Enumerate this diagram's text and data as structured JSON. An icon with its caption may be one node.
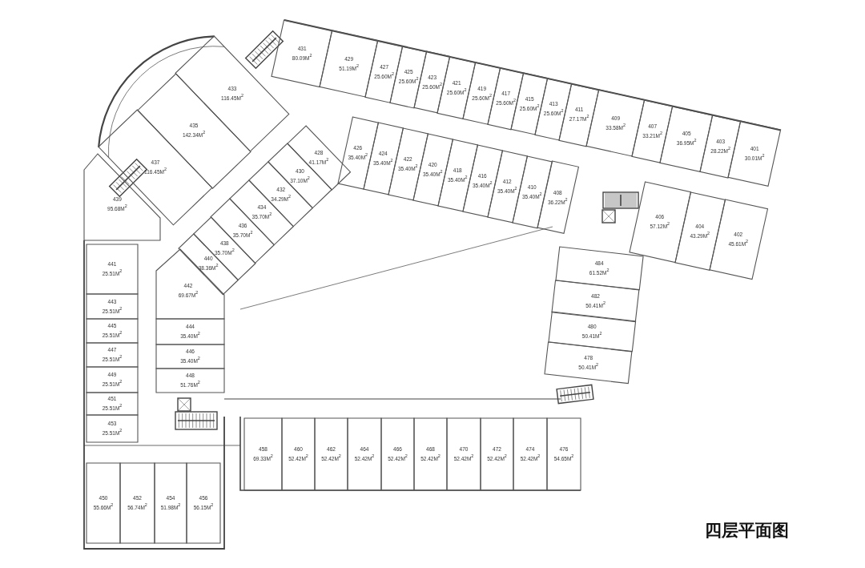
{
  "diagram": {
    "title": "四层平面图",
    "nodes": [
      {
        "text": [
          "431",
          "80.09M$^{2}$"
        ]
      },
      {
        "text": [
          "429",
          "51.19M$^{2}$"
        ]
      },
      {
        "text": [
          "427",
          "25.60M$^{2}$"
        ]
      },
      {
        "text": [
          "425",
          "25.60M$^{2}$"
        ]
      },
      {
        "text": [
          "423",
          "25.60M$^{2}$"
        ]
      },
      {
        "text": [
          "421",
          "25.60M$^{2}$"
        ]
      },
      {
        "text": [
          "419",
          "25.60M$^{2}$"
        ]
      },
      {
        "text": [
          "417",
          "25.60M$^{2}$"
        ]
      },
      {
        "text": [
          "415",
          "25.60M$^{2}$"
        ]
      },
      {
        "text": [
          "413",
          "25.60M$^{2}$"
        ]
      },
      {
        "text": [
          "411",
          "27.17M$^{2}$"
        ]
      },
      {
        "text": [
          "409",
          "33.58M$^{2}$"
        ]
      },
      {
        "text": [
          "407",
          "33.21M$^{2}$"
        ]
      },
      {
        "text": [
          "405",
          "36.95M$^{2}$"
        ]
      },
      {
        "text": [
          "403",
          "28.22M$^{2}$"
        ]
      },
      {
        "text": [
          "401",
          "30.01M$^{2}$"
        ]
      },
      {
        "text": [
          "433",
          "116.45M$^{2}$"
        ]
      },
      {
        "text": [
          "435",
          "142.34M$^{2}$"
        ]
      },
      {
        "text": [
          "437",
          "116.45M$^{2}$"
        ]
      },
      {
        "text": [
          "426",
          "35.40M$^{2}$"
        ]
      },
      {
        "text": [
          "424",
          "35.40M$^{2}$"
        ]
      },
      {
        "text": [
          "422",
          "35.40M$^{2}$"
        ]
      },
      {
        "text": [
          "420",
          "35.40M$^{2}$"
        ]
      },
      {
        "text": [
          "418",
          "35.40M$^{2}$"
        ]
      },
      {
        "text": [
          "416",
          "35.40M$^{2}$"
        ]
      },
      {
        "text": [
          "412",
          "35.40M$^{2}$"
        ]
      },
      {
        "text": [
          "410",
          "35.40M$^{2}$"
        ]
      },
      {
        "text": [
          "408",
          "36.22M$^{2}$"
        ]
      },
      {
        "text": [
          "406",
          "57.12M$^{2}$"
        ]
      },
      {
        "text": [
          "404",
          "43.29M$^{2}$"
        ]
      },
      {
        "text": [
          "402",
          "45.61M$^{2}$"
        ]
      },
      {
        "text": [
          "428",
          "41.17M$^{2}$"
        ]
      },
      {
        "text": [
          "430",
          "37.10M$^{2}$"
        ]
      },
      {
        "text": [
          "432",
          "34.29M$^{2}$"
        ]
      },
      {
        "text": [
          "434",
          "35.70M$^{2}$"
        ]
      },
      {
        "text": [
          "436",
          "35.70M$^{2}$"
        ]
      },
      {
        "text": [
          "438",
          "35.70M$^{2}$"
        ]
      },
      {
        "text": [
          "440",
          "38.36M$^{2}$"
        ]
      },
      {
        "text": [
          "439",
          "95.68M$^{2}$"
        ]
      },
      {
        "text": [
          "441",
          "25.51M$^{2}$"
        ]
      },
      {
        "text": [
          "443",
          "25.51M$^{2}$"
        ]
      },
      {
        "text": [
          "445",
          "25.51M$^{2}$"
        ]
      },
      {
        "text": [
          "447",
          "25.51M$^{2}$"
        ]
      },
      {
        "text": [
          "449",
          "25.51M$^{2}$"
        ]
      },
      {
        "text": [
          "451",
          "25.51M$^{2}$"
        ]
      },
      {
        "text": [
          "453",
          "25.51M$^{2}$"
        ]
      },
      {
        "text": [
          "442",
          "69.67M$^{2}$"
        ]
      },
      {
        "text": [
          "444",
          "35.40M$^{2}$"
        ]
      },
      {
        "text": [
          "446",
          "35.40M$^{2}$"
        ]
      },
      {
        "text": [
          "448",
          "51.76M$^{2}$"
        ]
      },
      {
        "text": [
          "484",
          "61.52M$^{2}$"
        ]
      },
      {
        "text": [
          "482",
          "50.41M$^{2}$"
        ]
      },
      {
        "text": [
          "480",
          "50.41M$^{2}$"
        ]
      },
      {
        "text": [
          "478",
          "50.41M$^{2}$"
        ]
      },
      {
        "text": [
          "458",
          "69.33M$^{2}$"
        ]
      },
      {
        "text": [
          "460",
          "52.42M$^{2}$"
        ]
      },
      {
        "text": [
          "462",
          "52.42M$^{2}$"
        ]
      },
      {
        "text": [
          "464",
          "52.42M$^{2}$"
        ]
      },
      {
        "text": [
          "466",
          "52.42M$^{2}$"
        ]
      },
      {
        "text": [
          "468",
          "52.42M$^{2}$"
        ]
      },
      {
        "text": [
          "470",
          "52.42M$^{2}$"
        ]
      },
      {
        "text": [
          "472",
          "52.42M$^{2}$"
        ]
      },
      {
        "text": [
          "474",
          "52.42M$^{2}$"
        ]
      },
      {
        "text": [
          "476",
          "54.65M$^{2}$"
        ]
      },
      {
        "text": [
          "450",
          "55.66M$^{2}$"
        ]
      },
      {
        "text": [
          "452",
          "56.74M$^{2}$"
        ]
      },
      {
        "text": [
          "454",
          "51.98M$^{2}$"
        ]
      },
      {
        "text": [
          "456",
          "56.15M$^{2}$"
        ]
      }
    ]
  }
}
